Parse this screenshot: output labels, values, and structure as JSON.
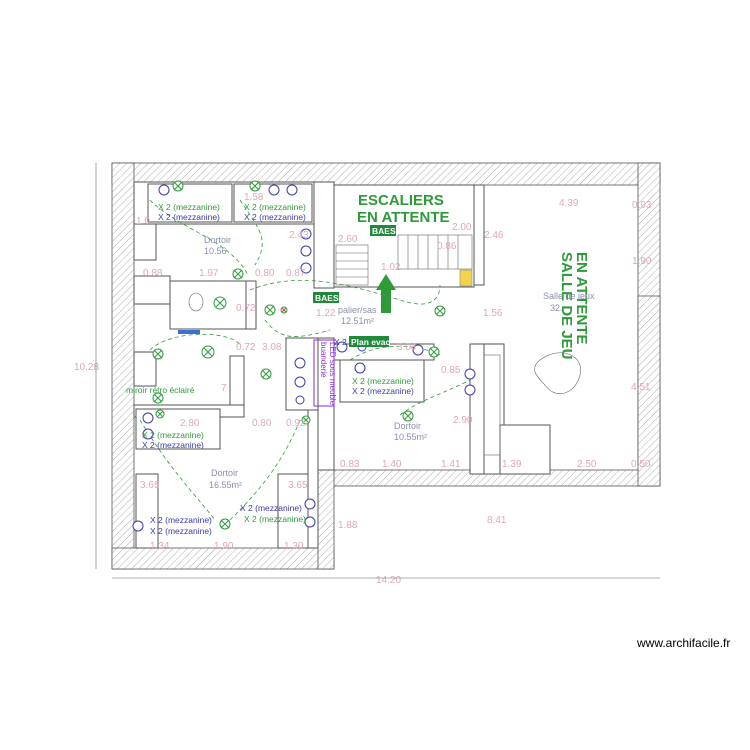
{
  "watermark": "www.archifacile.fr",
  "headings": {
    "stairs_line1": "ESCALIERS",
    "stairs_line2": "EN ATTENTE",
    "game_line1": "SALLE DE JEU",
    "game_line2": "EN ATTENTE"
  },
  "rooms": {
    "dortoir_1_name": "Dortoir",
    "dortoir_1_area": "10.56",
    "palier_name": "palier/sas",
    "palier_area": "12.51m²",
    "salle_name": "Salle de jeux",
    "salle_area": "32.",
    "dortoir_2_name": "Dortoir",
    "dortoir_2_area": "10.55m²",
    "dortoir_3_name": "Dortoir",
    "dortoir_3_area": "16.55m²"
  },
  "labels": {
    "baes_1": "BAES",
    "baes_2": "BAES",
    "plan_evac": "Plan evac",
    "x2_prefix": "X 2",
    "led_line1": "LED sous meuble",
    "led_line2": "buanderie",
    "mirror": "miroir rétro éclairé",
    "mz_1": "X 2 (mezzanine)",
    "mz_2": "X 2 (mezzanine)",
    "mz_3": "X 2 (mezzanine)",
    "mz_4": "X 2 (mezzanine)",
    "mz_5": "X 2 (mezzanine)",
    "mz_6": "X 2 (mezzanine)",
    "mz_7": "X 2 (mezzanine)",
    "mz_8": "X 2 (mezzanine)",
    "mz_9": "X 2 (mezzanine)",
    "mz_10": "X 2 (mezzanine)",
    "mz_11": "X 2 (mezzanine)",
    "mz_12": "X 2 (mezzanine)"
  },
  "dimensions": {
    "d_1_58": "1.58",
    "d_1_0": "1.0",
    "d_2_43": "2.43",
    "d_2_60": "2.60",
    "d_2_00": "2.00",
    "d_2_46": "2.46",
    "d_0_86": "0.86",
    "d_4_39": "4.39",
    "d_0_93": "0.93",
    "d_1_90a": "1.90",
    "d_0_88": "0.88",
    "d_1_97": "1.97",
    "d_0_80a": "0.80",
    "d_0_87": "0.87",
    "d_1_02": "1.02",
    "d_0_72a": "0.72",
    "d_1_22": "1.22",
    "d_1_56": "1.56",
    "d_0_72b": "0.72",
    "d_3_08": "3.08",
    "d_3_04": "3.04",
    "d_10_28": "10.28",
    "d_0_85": "0.85",
    "d_4_51": "4.51",
    "d_7": "7",
    "d_2_80": "2.80",
    "d_0_80b": "0.80",
    "d_0_92": "0.92",
    "d_2_90": "2.90",
    "d_0_83": "0.83",
    "d_1_40": "1.40",
    "d_1_41": "1.41",
    "d_1_39": "1.39",
    "d_2_50": "2.50",
    "d_0_50": "0.50",
    "d_3_65a": "3.65",
    "d_3_65b": "3.65",
    "d_1_88": "1.88",
    "d_8_41": "8.41",
    "d_1_34": "1.34",
    "d_1_90b": "1.90",
    "d_1_30": "1.30",
    "d_14_20": "14.20"
  }
}
